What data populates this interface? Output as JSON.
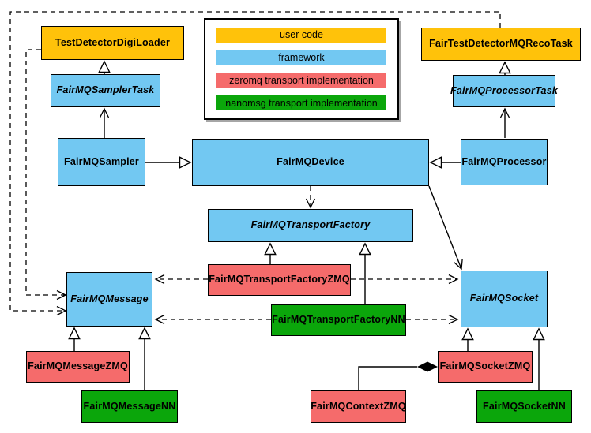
{
  "colors": {
    "user_code": "#FFC20A",
    "framework": "#72C8F2",
    "zeromq": "#F56B6B",
    "nanomsg": "#0BA60B",
    "line": "#000000",
    "background": "#FFFFFF"
  },
  "legend": {
    "items": [
      {
        "label": "user code",
        "color": "user_code"
      },
      {
        "label": "framework",
        "color": "framework"
      },
      {
        "label": "zeromq transport implementation",
        "color": "zeromq"
      },
      {
        "label": "nanomsg transport implementation",
        "color": "nanomsg"
      }
    ]
  },
  "nodes": {
    "test_detector_digi_loader": {
      "label": "TestDetectorDigiLoader",
      "category": "user_code",
      "abstract": false
    },
    "fair_test_detector_mq_reco_task": {
      "label": "FairTestDetectorMQRecoTask",
      "category": "user_code",
      "abstract": false
    },
    "fairmq_sampler_task": {
      "label": "FairMQSamplerTask",
      "category": "framework",
      "abstract": true
    },
    "fairmq_processor_task": {
      "label": "FairMQProcessorTask",
      "category": "framework",
      "abstract": true
    },
    "fairmq_sampler": {
      "label": "FairMQSampler",
      "category": "framework",
      "abstract": false
    },
    "fairmq_device": {
      "label": "FairMQDevice",
      "category": "framework",
      "abstract": false
    },
    "fairmq_processor": {
      "label": "FairMQProcessor",
      "category": "framework",
      "abstract": false
    },
    "fairmq_transport_factory": {
      "label": "FairMQTransportFactory",
      "category": "framework",
      "abstract": true
    },
    "fairmq_transport_factory_zmq": {
      "label": "FairMQTransportFactoryZMQ",
      "category": "zeromq",
      "abstract": false
    },
    "fairmq_transport_factory_nn": {
      "label": "FairMQTransportFactoryNN",
      "category": "nanomsg",
      "abstract": false
    },
    "fairmq_message": {
      "label": "FairMQMessage",
      "category": "framework",
      "abstract": true
    },
    "fairmq_socket": {
      "label": "FairMQSocket",
      "category": "framework",
      "abstract": true
    },
    "fairmq_message_zmq": {
      "label": "FairMQMessageZMQ",
      "category": "zeromq",
      "abstract": false
    },
    "fairmq_message_nn": {
      "label": "FairMQMessageNN",
      "category": "nanomsg",
      "abstract": false
    },
    "fairmq_socket_zmq": {
      "label": "FairMQSocketZMQ",
      "category": "zeromq",
      "abstract": false
    },
    "fairmq_context_zmq": {
      "label": "FairMQContextZMQ",
      "category": "zeromq",
      "abstract": false
    },
    "fairmq_socket_nn": {
      "label": "FairMQSocketNN",
      "category": "nanomsg",
      "abstract": false
    }
  },
  "relationships": [
    {
      "from": "fairmq_sampler_task",
      "to": "test_detector_digi_loader",
      "type": "inheritance"
    },
    {
      "from": "fairmq_processor_task",
      "to": "fair_test_detector_mq_reco_task",
      "type": "inheritance"
    },
    {
      "from": "fairmq_sampler",
      "to": "fairmq_device",
      "type": "inheritance"
    },
    {
      "from": "fairmq_processor",
      "to": "fairmq_device",
      "type": "inheritance"
    },
    {
      "from": "fairmq_sampler",
      "to": "fairmq_sampler_task",
      "type": "association"
    },
    {
      "from": "fairmq_processor",
      "to": "fairmq_processor_task",
      "type": "association"
    },
    {
      "from": "fairmq_device",
      "to": "fairmq_socket",
      "type": "association"
    },
    {
      "from": "fairmq_device",
      "to": "fairmq_transport_factory",
      "type": "dependency"
    },
    {
      "from": "test_detector_digi_loader",
      "to": "fairmq_message",
      "type": "dependency"
    },
    {
      "from": "fair_test_detector_mq_reco_task",
      "to": "fairmq_message",
      "type": "dependency"
    },
    {
      "from": "fairmq_transport_factory_zmq",
      "to": "fairmq_transport_factory",
      "type": "inheritance"
    },
    {
      "from": "fairmq_transport_factory_nn",
      "to": "fairmq_transport_factory",
      "type": "inheritance"
    },
    {
      "from": "fairmq_transport_factory_zmq",
      "to": "fairmq_message",
      "type": "dependency"
    },
    {
      "from": "fairmq_transport_factory_zmq",
      "to": "fairmq_socket",
      "type": "dependency"
    },
    {
      "from": "fairmq_transport_factory_nn",
      "to": "fairmq_message",
      "type": "dependency"
    },
    {
      "from": "fairmq_transport_factory_nn",
      "to": "fairmq_socket",
      "type": "dependency"
    },
    {
      "from": "fairmq_message_zmq",
      "to": "fairmq_message",
      "type": "inheritance"
    },
    {
      "from": "fairmq_message_nn",
      "to": "fairmq_message",
      "type": "inheritance"
    },
    {
      "from": "fairmq_socket_zmq",
      "to": "fairmq_socket",
      "type": "inheritance"
    },
    {
      "from": "fairmq_socket_nn",
      "to": "fairmq_socket",
      "type": "inheritance"
    },
    {
      "from": "fairmq_context_zmq",
      "to": "fairmq_socket_zmq",
      "type": "composition"
    }
  ]
}
